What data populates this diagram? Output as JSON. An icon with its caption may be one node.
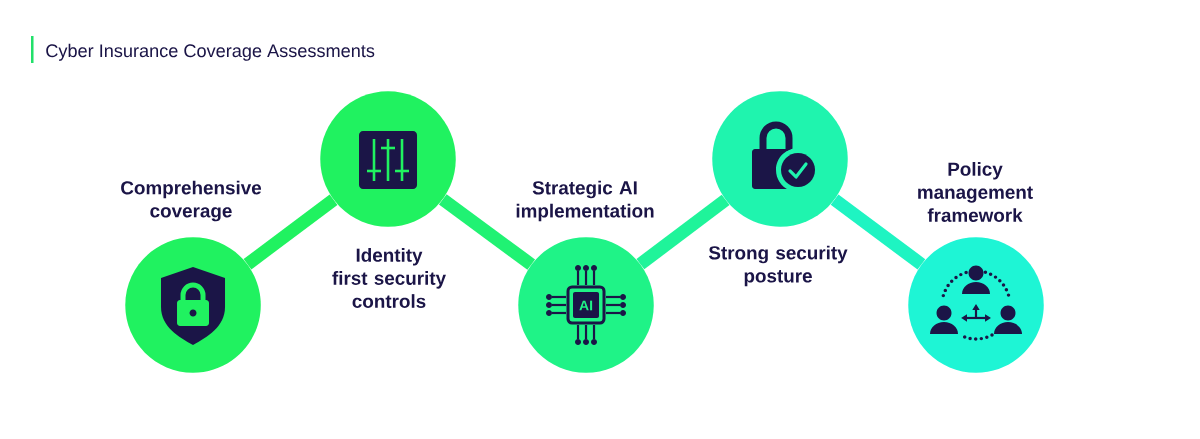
{
  "diagram": {
    "title": "Cyber Insurance Coverage Assessments",
    "nodes": [
      {
        "text": [
          "Comprehensive coverage"
        ]
      },
      {
        "text": [
          "Identity first security controls"
        ]
      },
      {
        "text": [
          "Strategic AI implementation"
        ]
      },
      {
        "text": [
          "Strong security posture"
        ]
      },
      {
        "text": [
          "Policy management framework"
        ]
      }
    ],
    "edges": [
      {
        "from": 0,
        "to": 1,
        "arrow": "none",
        "color": "#20f260"
      },
      {
        "from": 1,
        "to": 2,
        "arrow": "none",
        "color": "#20f273"
      },
      {
        "from": 2,
        "to": 3,
        "arrow": "none",
        "color": "#1ff49a"
      },
      {
        "from": 3,
        "to": 4,
        "arrow": "none",
        "color": "#1ef4c2"
      }
    ],
    "labels": [
      "AI"
    ]
  }
}
